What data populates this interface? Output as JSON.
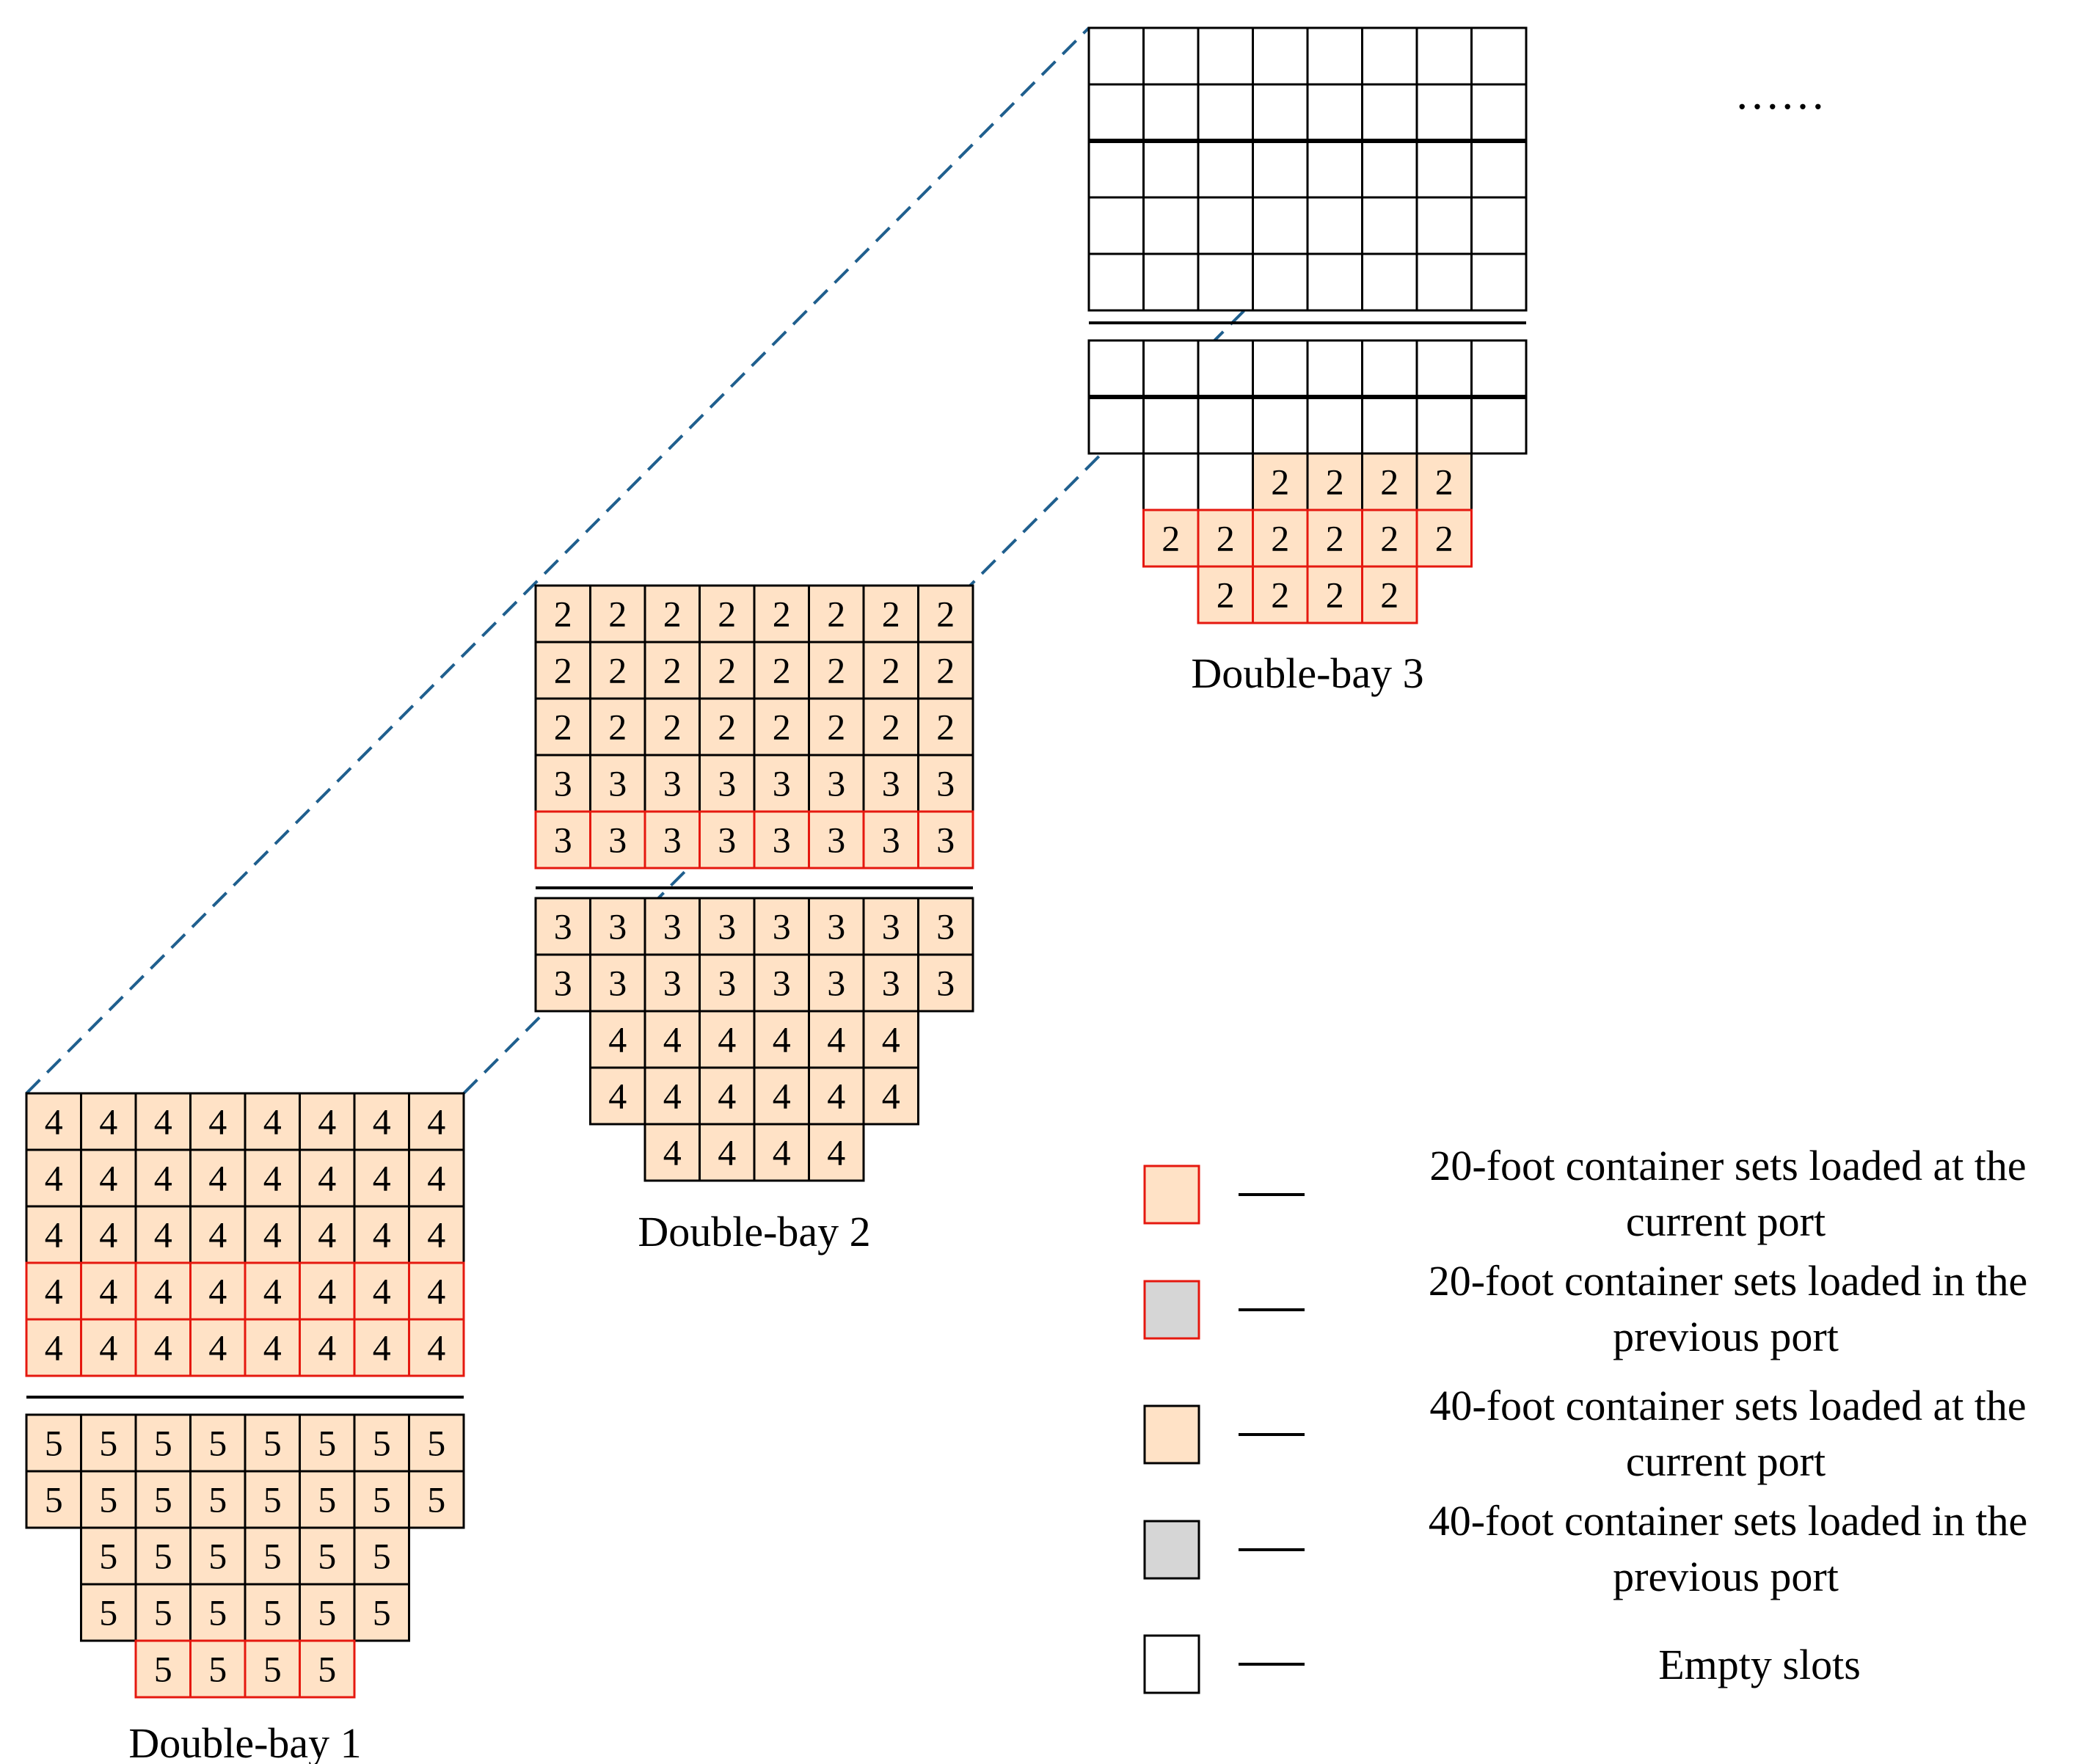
{
  "colors": {
    "loaded_fill": "#ffe2c6",
    "previous_fill": "#d6d6d6",
    "empty_fill": "#ffffff",
    "cell_border": "#000000",
    "twenty_foot_border": "#e5180f",
    "guide_line": "#1f5f8e"
  },
  "ellipsis": "……",
  "bays": [
    {
      "label": "Double-bay 1",
      "deck": [
        [
          "4",
          "4",
          "4",
          "4",
          "4",
          "4",
          "4",
          "4"
        ],
        [
          "4",
          "4",
          "4",
          "4",
          "4",
          "4",
          "4",
          "4"
        ],
        [
          "4",
          "4",
          "4",
          "4",
          "4",
          "4",
          "4",
          "4"
        ],
        [
          "4",
          "4",
          "4",
          "4",
          "4",
          "4",
          "4",
          "4"
        ],
        [
          "4",
          "4",
          "4",
          "4",
          "4",
          "4",
          "4",
          "4"
        ]
      ],
      "deck_red_rows": [
        3,
        4
      ],
      "hold": [
        [
          "5",
          "5",
          "5",
          "5",
          "5",
          "5",
          "5",
          "5"
        ],
        [
          "5",
          "5",
          "5",
          "5",
          "5",
          "5",
          "5",
          "5"
        ],
        [
          null,
          "5",
          "5",
          "5",
          "5",
          "5",
          "5",
          null
        ],
        [
          null,
          "5",
          "5",
          "5",
          "5",
          "5",
          "5",
          null
        ],
        [
          null,
          null,
          "5",
          "5",
          "5",
          "5",
          null,
          null
        ]
      ],
      "hold_red_rows": [
        4
      ]
    },
    {
      "label": "Double-bay 2",
      "deck": [
        [
          "2",
          "2",
          "2",
          "2",
          "2",
          "2",
          "2",
          "2"
        ],
        [
          "2",
          "2",
          "2",
          "2",
          "2",
          "2",
          "2",
          "2"
        ],
        [
          "2",
          "2",
          "2",
          "2",
          "2",
          "2",
          "2",
          "2"
        ],
        [
          "3",
          "3",
          "3",
          "3",
          "3",
          "3",
          "3",
          "3"
        ],
        [
          "3",
          "3",
          "3",
          "3",
          "3",
          "3",
          "3",
          "3"
        ]
      ],
      "deck_red_rows": [
        4
      ],
      "hold": [
        [
          "3",
          "3",
          "3",
          "3",
          "3",
          "3",
          "3",
          "3"
        ],
        [
          "3",
          "3",
          "3",
          "3",
          "3",
          "3",
          "3",
          "3"
        ],
        [
          null,
          "4",
          "4",
          "4",
          "4",
          "4",
          "4",
          null
        ],
        [
          null,
          "4",
          "4",
          "4",
          "4",
          "4",
          "4",
          null
        ],
        [
          null,
          null,
          "4",
          "4",
          "4",
          "4",
          null,
          null
        ]
      ],
      "hold_red_rows": []
    },
    {
      "label": "Double-bay 3",
      "deck": [
        [
          "",
          "",
          "",
          "",
          "",
          "",
          "",
          ""
        ],
        [
          "",
          "",
          "",
          "",
          "",
          "",
          "",
          ""
        ],
        [
          "",
          "",
          "",
          "",
          "",
          "",
          "",
          ""
        ],
        [
          "",
          "",
          "",
          "",
          "",
          "",
          "",
          ""
        ],
        [
          "",
          "",
          "",
          "",
          "",
          "",
          "",
          ""
        ]
      ],
      "deck_red_rows": [],
      "hold": [
        [
          "",
          "",
          "",
          "",
          "",
          "",
          "",
          ""
        ],
        [
          "",
          "",
          "",
          "",
          "",
          "",
          "",
          ""
        ],
        [
          null,
          "",
          "",
          "2",
          "2",
          "2",
          "2",
          null
        ],
        [
          null,
          "2",
          "2",
          "2",
          "2",
          "2",
          "2",
          null
        ],
        [
          null,
          null,
          "2",
          "2",
          "2",
          "2",
          null,
          null
        ]
      ],
      "hold_red_rows": [
        3,
        4
      ]
    }
  ],
  "legend": [
    {
      "kind": "twenty_current",
      "lines": [
        "20-foot container sets loaded at the",
        "current port"
      ]
    },
    {
      "kind": "twenty_previous",
      "lines": [
        "20-foot container sets loaded in the",
        "previous port"
      ]
    },
    {
      "kind": "forty_current",
      "lines": [
        "40-foot container sets loaded at the",
        "current port"
      ]
    },
    {
      "kind": "forty_previous",
      "lines": [
        "40-foot container sets loaded in the",
        "previous port"
      ]
    },
    {
      "kind": "empty",
      "lines": [
        "Empty slots"
      ]
    }
  ]
}
